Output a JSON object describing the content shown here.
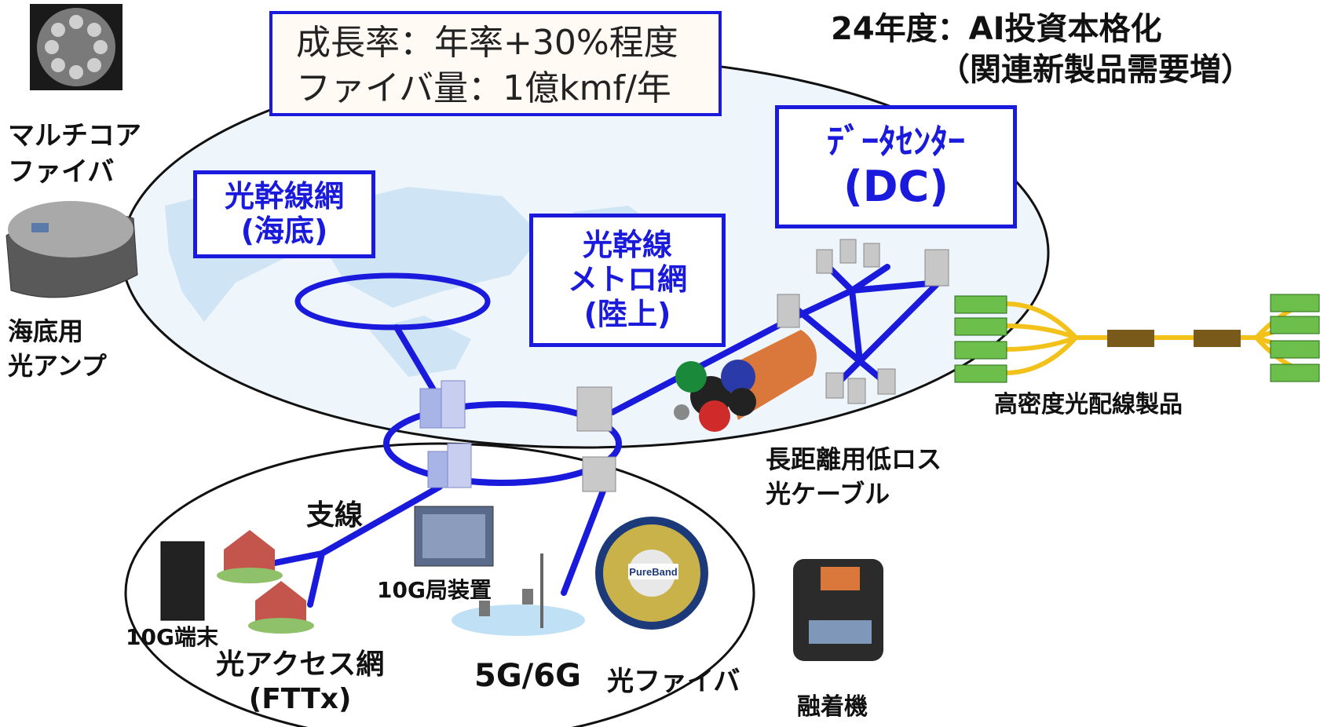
{
  "top_note": {
    "line1": "24年度：AI投資本格化",
    "line2": "（関連新製品需要増）"
  },
  "growth_box": {
    "line1": "成長率：年率+30%程度",
    "line2": "ファイバ量：1億kmf/年"
  },
  "network_boxes": {
    "submarine": [
      "光幹線網",
      "(海底)"
    ],
    "metro": [
      "光幹線",
      "メトロ網",
      "(陸上)"
    ],
    "datacenter": [
      "ﾃﾞｰﾀｾﾝﾀｰ",
      "(DC)"
    ]
  },
  "labels": {
    "multicore_fiber": [
      "マルチコア",
      "ファイバ"
    ],
    "submarine_amp": [
      "海底用",
      "光アンプ"
    ],
    "high_density": "高密度光配線製品",
    "low_loss_cable": [
      "長距離用低ロス",
      "光ケーブル"
    ],
    "branch_line": "支線",
    "olt": "10G局装置",
    "onu": "10G端末",
    "access_network": [
      "光アクセス網",
      "(FTTx)"
    ],
    "mobile": "5G/6G",
    "optical_fiber": "光ファイバ",
    "fusion_splicer": "融着機",
    "spool_brand": "PureBand"
  },
  "colors": {
    "link_blue": "#1a1adc",
    "ellipse_fill": "#eef6fc",
    "map_fill": "#cfe4f5",
    "fiber_yellow": "#f2c21b",
    "connector_green": "#6cbf4a"
  }
}
